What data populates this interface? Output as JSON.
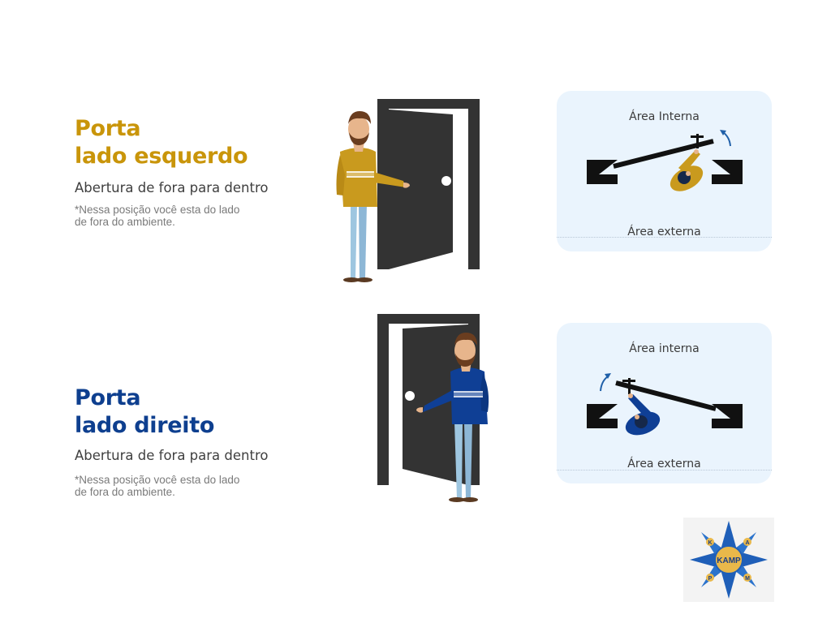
{
  "left_door": {
    "title_line1": "Porta",
    "title_line2": "lado esquerdo",
    "subtitle": "Abertura de fora para dentro",
    "note_line1": "*Nessa posição você esta do lado",
    "note_line2": "de fora do ambiente.",
    "diagram": {
      "top_label": "Área Interna",
      "bottom_label": "Área externa"
    }
  },
  "right_door": {
    "title_line1": "Porta",
    "title_line2": "lado direito",
    "subtitle": "Abertura de fora para dentro",
    "note_line1": "*Nessa posição você esta do lado",
    "note_line2": "de fora do ambiente.",
    "diagram": {
      "top_label": "Área interna",
      "bottom_label": "Área externa"
    }
  },
  "logo": {
    "text": "KAMP",
    "letters": [
      "K",
      "A",
      "M",
      "P"
    ]
  },
  "colors": {
    "gold": "#c9950a",
    "blue": "#0e3f8f",
    "door": "#333333",
    "panel": "#eaf4fd",
    "arrow": "#1f5fa8"
  }
}
